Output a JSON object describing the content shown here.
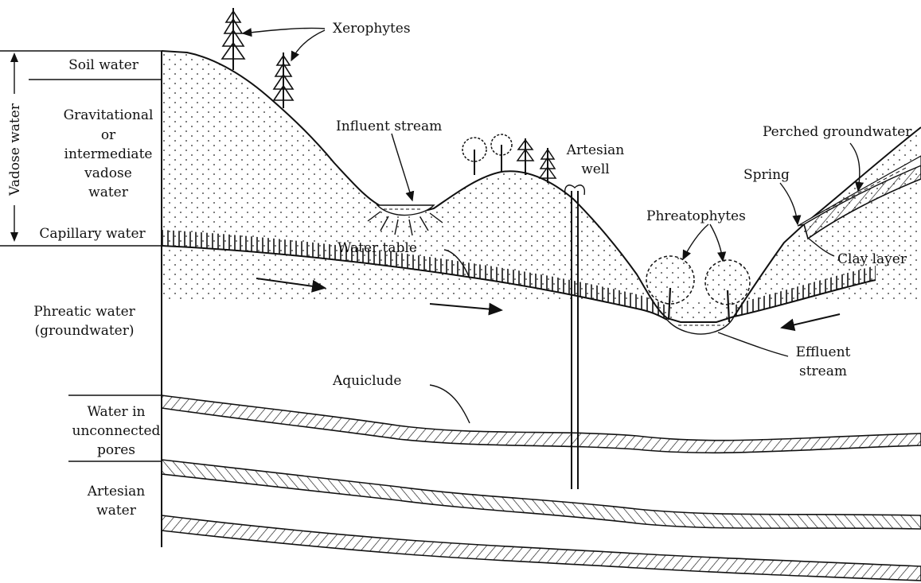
{
  "diagram": {
    "zones": {
      "vadose": "Vadose water",
      "soil": "Soil water",
      "gravitational": [
        "Gravitational",
        "or",
        "intermediate",
        "vadose",
        "water"
      ],
      "capillary": "Capillary water",
      "phreatic": [
        "Phreatic water",
        "(groundwater)"
      ],
      "unconnected": [
        "Water in",
        "unconnected",
        "pores"
      ],
      "artesian": [
        "Artesian",
        "water"
      ]
    },
    "features": {
      "xerophytes": "Xerophytes",
      "influent_stream": "Influent stream",
      "artesian_well": [
        "Artesian",
        "well"
      ],
      "perched_groundwater": "Perched groundwater",
      "spring": "Spring",
      "phreatophytes": "Phreatophytes",
      "clay_layer": "Clay layer",
      "water_table": "Water table",
      "effluent_stream": [
        "Effluent",
        "stream"
      ],
      "aquiclude": "Aquiclude"
    }
  }
}
